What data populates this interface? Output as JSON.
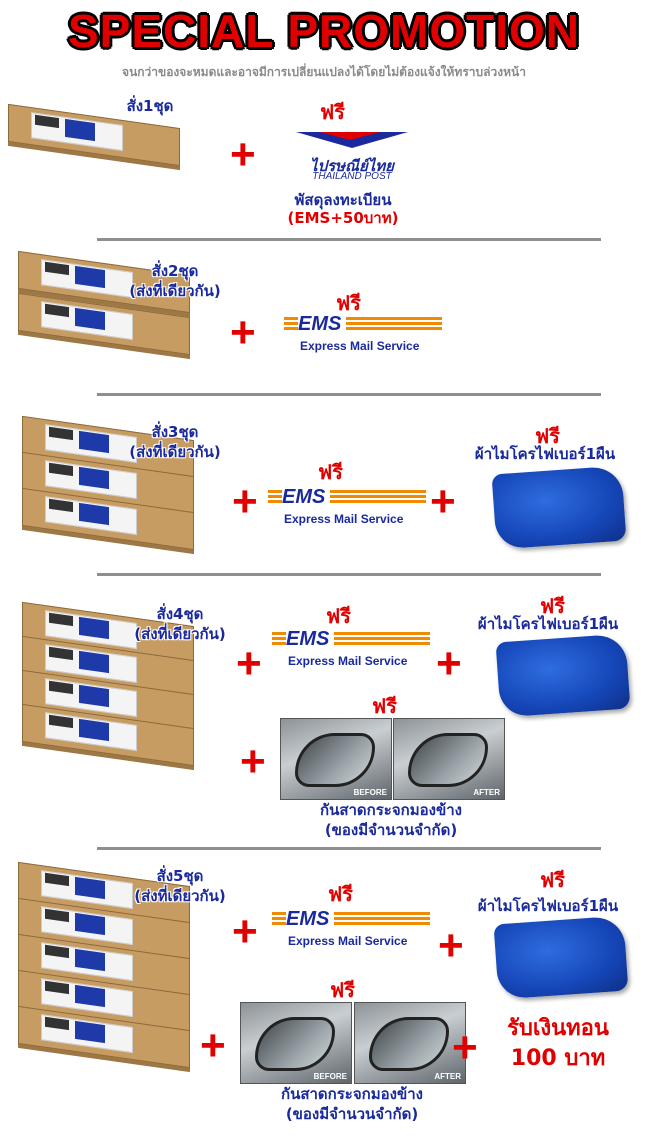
{
  "header": {
    "title": "SPECIAL PROMOTION",
    "subtitle": "จนกว่าของจะหมดและอาจมีการเปลี่ยนแปลงได้โดยไม่ต้องแจ้งให้ทราบล่วงหน้า"
  },
  "common": {
    "free": "ฟรี",
    "plus": "+",
    "ems_logo": "EMS",
    "ems_sub": "Express Mail Service",
    "post_logo": "ไปรษณีย์ไทย",
    "post_logo_en": "THAILAND POST",
    "towel": "ผ้าไมโครไฟเบอร์1ผืน",
    "mirror_line1": "กันสาดกระจกมองข้าง",
    "mirror_line2": "(ของมีจำนวนจำกัด)",
    "before": "BEFORE",
    "after": "AFTER",
    "same_ship": "(ส่งที่เดียวกัน)"
  },
  "tiers": [
    {
      "order": "สั่ง1ชุด",
      "shipping_line1": "พัสดุลงทะเบียน",
      "shipping_line2": "(EMS+50บาท)"
    },
    {
      "order": "สั่ง2ชุด"
    },
    {
      "order": "สั่ง3ชุด"
    },
    {
      "order": "สั่ง4ชุด"
    },
    {
      "order": "สั่ง5ชุด",
      "cash_line1": "รับเงินทอน",
      "cash_line2": "100 บาท"
    }
  ]
}
